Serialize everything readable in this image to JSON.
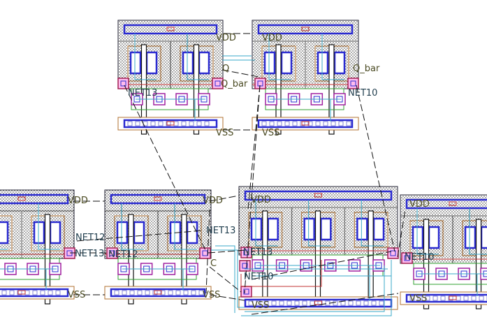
{
  "canvas": {
    "title": "Layout view"
  },
  "cells": [
    {
      "id": "top-left",
      "vdd": "VDD",
      "vss": "VSS"
    },
    {
      "id": "top-right",
      "vdd": "VDD",
      "vss": "VSS"
    },
    {
      "id": "bottom-1",
      "vdd": "VDD",
      "vss": "VSS"
    },
    {
      "id": "bottom-2",
      "vdd": "VDD",
      "vss": "VSS"
    },
    {
      "id": "bottom-3",
      "vdd": "VDD",
      "vss": "VSS"
    },
    {
      "id": "bottom-4",
      "vdd": "VDD",
      "vss": "VSS"
    }
  ],
  "pins": {
    "q": "Q",
    "q_bar_1": "Q_bar",
    "q_bar_2": "Q_bar",
    "net13_a": "NET13",
    "net10_a": "NET10",
    "net12_a": "NET12",
    "net13_b": "NET13",
    "net12_b": "NET12",
    "net13_c": "NET13",
    "c": "C",
    "net13_d": "NET13",
    "net10_b": "NET10",
    "net10_c": "NET10"
  },
  "colors": {
    "metal1": "#2a2ad0",
    "metal2": "#3aa8c8",
    "poly": "#c03030",
    "pdiff": "#b07030",
    "ndiff": "#30a030",
    "contact": "#a020a0"
  }
}
